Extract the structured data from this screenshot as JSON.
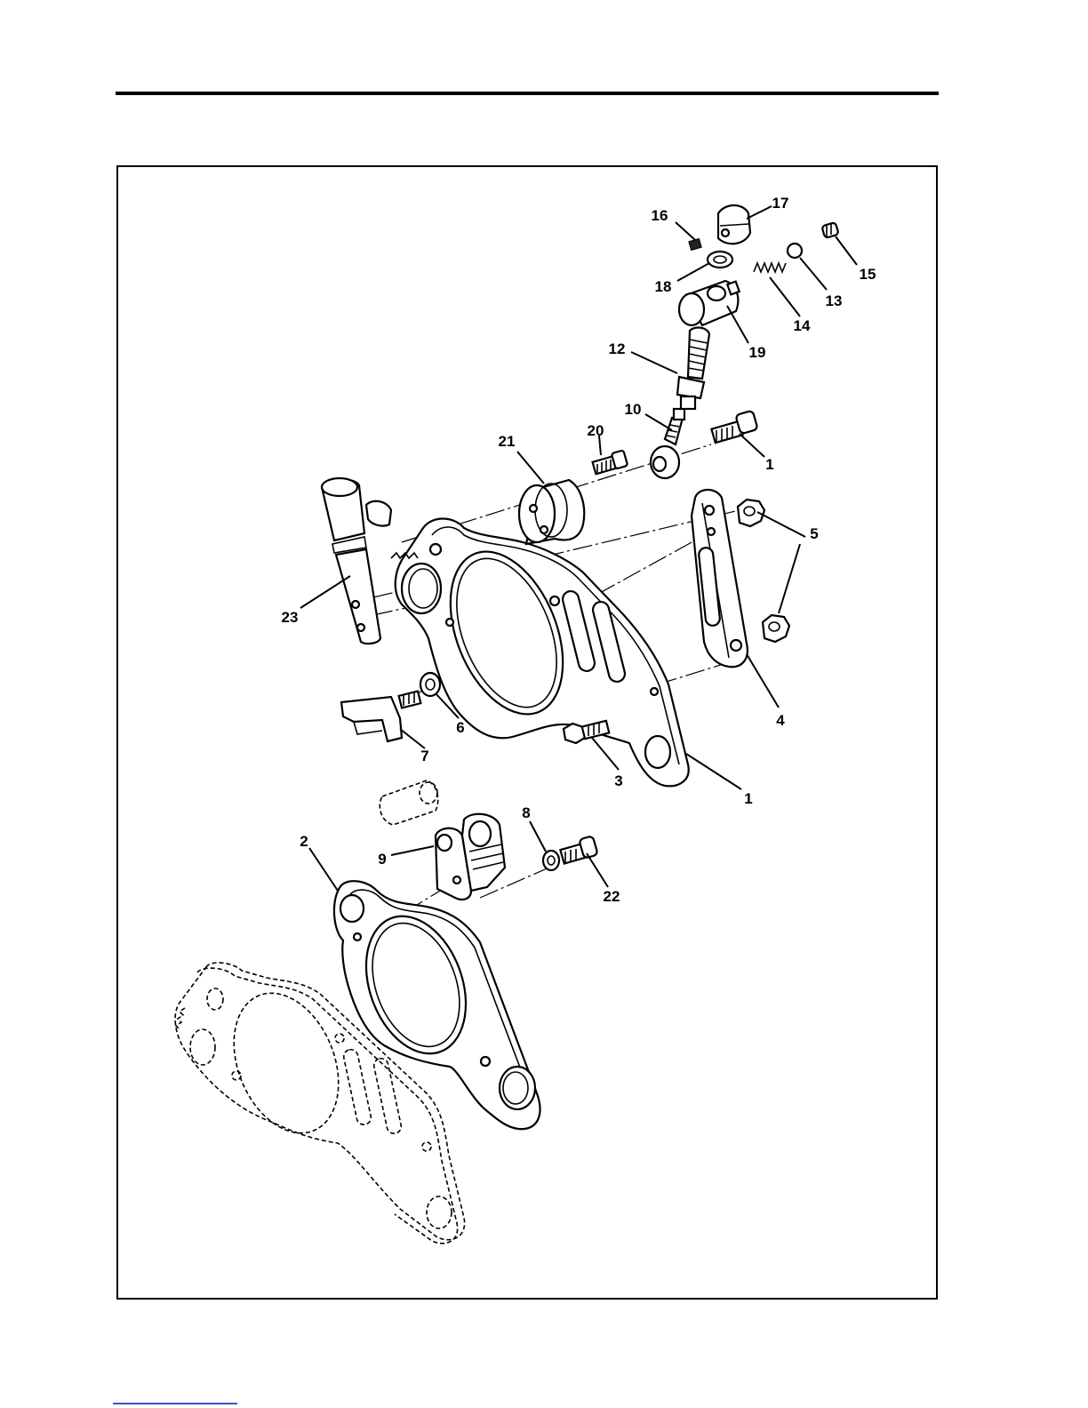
{
  "callouts": [
    {
      "id": "c16",
      "text": "16"
    },
    {
      "id": "c17",
      "text": "17"
    },
    {
      "id": "c18",
      "text": "18"
    },
    {
      "id": "c15",
      "text": "15"
    },
    {
      "id": "c13",
      "text": "13"
    },
    {
      "id": "c14",
      "text": "14"
    },
    {
      "id": "c19",
      "text": "19"
    },
    {
      "id": "c12",
      "text": "12"
    },
    {
      "id": "c10",
      "text": "10"
    },
    {
      "id": "c20",
      "text": "20"
    },
    {
      "id": "c21",
      "text": "21"
    },
    {
      "id": "c1a",
      "text": "1"
    },
    {
      "id": "c5",
      "text": "5"
    },
    {
      "id": "c23",
      "text": "23"
    },
    {
      "id": "c6",
      "text": "6"
    },
    {
      "id": "c4",
      "text": "4"
    },
    {
      "id": "c7",
      "text": "7"
    },
    {
      "id": "c3",
      "text": "3"
    },
    {
      "id": "c1b",
      "text": "1"
    },
    {
      "id": "c8",
      "text": "8"
    },
    {
      "id": "c2",
      "text": "2"
    },
    {
      "id": "c9",
      "text": "9"
    },
    {
      "id": "c22",
      "text": "22"
    }
  ],
  "icons": {
    "frame": "figure-border",
    "hardware": "exploded-parts-illustration"
  }
}
